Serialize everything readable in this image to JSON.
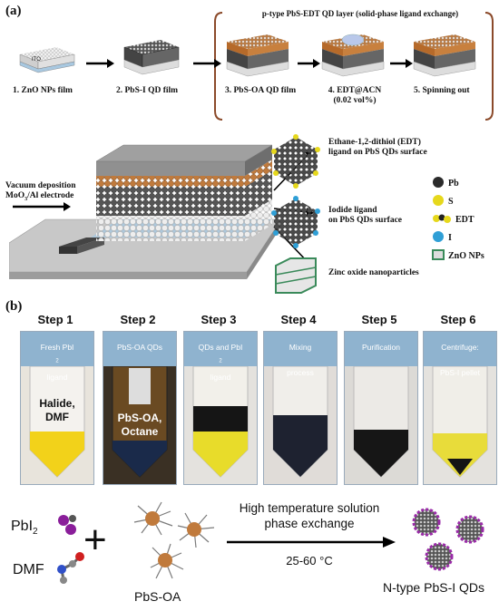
{
  "panel_a": {
    "label": "(a)",
    "bracket_title": "p-type PbS-EDT QD layer (solid-phase ligand exchange)",
    "ito_label": "ITO",
    "steps": [
      {
        "num": "1.",
        "text": "ZnO NPs film"
      },
      {
        "num": "2.",
        "text": "PbS-I QD film"
      },
      {
        "num": "3.",
        "text": "PbS-OA QD film"
      },
      {
        "num": "4.",
        "text": "EDT@ACN",
        "sub": "(0.02 vol%)"
      },
      {
        "num": "5.",
        "text": "Spinning out"
      }
    ],
    "device": {
      "vacuum_line1": "Vacuum deposition",
      "vacuum_line2": "MoO",
      "vacuum_sub": "3",
      "vacuum_rest": "/Al electrode"
    },
    "callouts": [
      {
        "line1": "Ethane-1,2-dithiol (EDT)",
        "line2": "ligand on PbS QDs surface"
      },
      {
        "line1": "Iodide ligand",
        "line2": "on PbS QDs surface"
      },
      {
        "line1": "Zinc oxide nanoparticles",
        "line2": ""
      }
    ],
    "legend": [
      {
        "name": "Pb",
        "color": "#2b2b2b"
      },
      {
        "name": "S",
        "color": "#e6d81c"
      },
      {
        "name": "EDT",
        "color": "#e6d81c"
      },
      {
        "name": "I",
        "color": "#2f9fd6"
      },
      {
        "name": "ZnO NPs",
        "color": "#3a8a5a"
      }
    ]
  },
  "panel_b": {
    "label": "(b)",
    "steps": [
      {
        "head": "Step 1",
        "cap1": "Fresh PbI",
        "cap_sub": "2",
        "cap2": "ligand",
        "label1": "Halide,",
        "label2": "DMF"
      },
      {
        "head": "Step 2",
        "cap1": "PbS-OA QDs",
        "cap_sub": "",
        "cap2": "",
        "label1": "PbS-OA,",
        "label2": "Octane"
      },
      {
        "head": "Step 3",
        "cap1": "QDs and PbI",
        "cap_sub": "2",
        "cap2": "ligand",
        "label1": "",
        "label2": ""
      },
      {
        "head": "Step 4",
        "cap1": "Mixing",
        "cap_sub": "",
        "cap2": "process",
        "label1": "",
        "label2": ""
      },
      {
        "head": "Step 5",
        "cap1": "Purification",
        "cap_sub": "",
        "cap2": "",
        "label1": "",
        "label2": ""
      },
      {
        "head": "Step 6",
        "cap1": "Centrifuge:",
        "cap_sub": "",
        "cap2": "PbS-I pellet",
        "label1": "",
        "label2": ""
      }
    ]
  },
  "scheme": {
    "pbi2": "PbI",
    "pbi2_sub": "2",
    "dmf": "DMF",
    "plus": "+",
    "pbs_oa": "PbS-OA",
    "arrow_top1": "High temperature solution",
    "arrow_top2": "phase exchange",
    "temp": "25-60 °C",
    "product": "N-type PbS-I QDs"
  }
}
